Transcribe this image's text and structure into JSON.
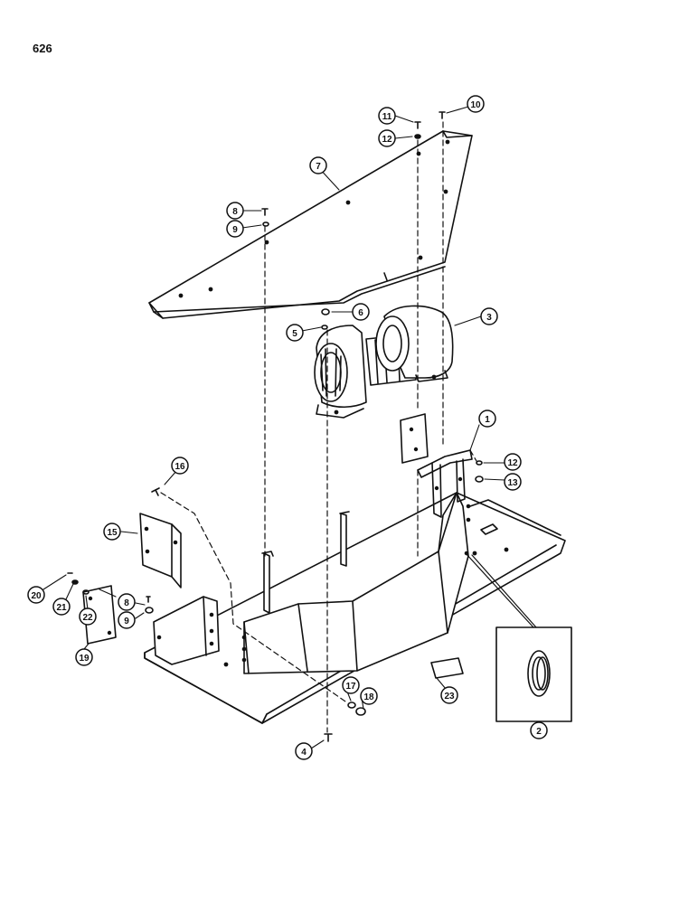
{
  "page": {
    "number": "626"
  },
  "colors": {
    "ink": "#111111",
    "paper": "#ffffff"
  },
  "callouts": [
    {
      "id": "1",
      "label": "1"
    },
    {
      "id": "2",
      "label": "2"
    },
    {
      "id": "3",
      "label": "3"
    },
    {
      "id": "4",
      "label": "4"
    },
    {
      "id": "5",
      "label": "5"
    },
    {
      "id": "6",
      "label": "6"
    },
    {
      "id": "7",
      "label": "7"
    },
    {
      "id": "8a",
      "label": "8"
    },
    {
      "id": "9a",
      "label": "9"
    },
    {
      "id": "10",
      "label": "10"
    },
    {
      "id": "11",
      "label": "11"
    },
    {
      "id": "12a",
      "label": "12"
    },
    {
      "id": "12b",
      "label": "12"
    },
    {
      "id": "13",
      "label": "13"
    },
    {
      "id": "15",
      "label": "15"
    },
    {
      "id": "16",
      "label": "16"
    },
    {
      "id": "8b",
      "label": "8"
    },
    {
      "id": "9b",
      "label": "9"
    },
    {
      "id": "17",
      "label": "17"
    },
    {
      "id": "18",
      "label": "18"
    },
    {
      "id": "19",
      "label": "19"
    },
    {
      "id": "20",
      "label": "20"
    },
    {
      "id": "21",
      "label": "21"
    },
    {
      "id": "22",
      "label": "22"
    },
    {
      "id": "23",
      "label": "23"
    }
  ]
}
